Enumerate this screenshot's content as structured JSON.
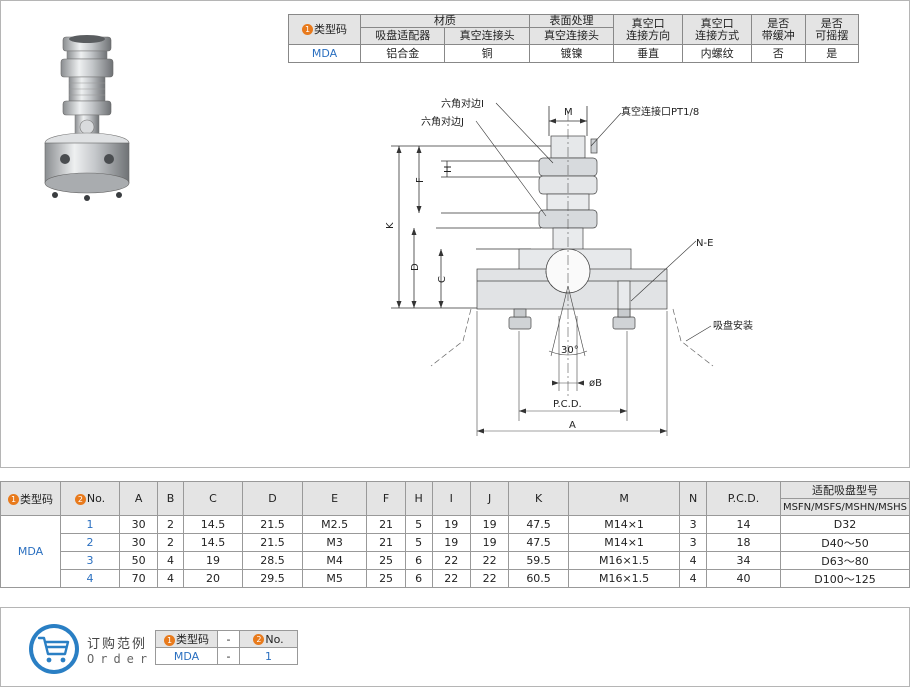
{
  "spec_table": {
    "type_header": "类型码",
    "material_group": "材质",
    "material_adapter": "吸盘适配器",
    "material_connector": "真空连接头",
    "surface_group": "表面处理",
    "surface_connector": "真空连接头",
    "vac_dir_line1": "真空口",
    "vac_dir_line2": "连接方向",
    "vac_method_line1": "真空口",
    "vac_method_line2": "连接方式",
    "buffer_line1": "是否",
    "buffer_line2": "带缓冲",
    "swing_line1": "是否",
    "swing_line2": "可摇摆",
    "values": [
      "MDA",
      "铝合金",
      "铜",
      "镀镍",
      "垂直",
      "内螺纹",
      "否",
      "是"
    ]
  },
  "drawing": {
    "hex_i": "六角对边I",
    "hex_j": "六角对边J",
    "m": "M",
    "vac_port": "真空连接口PT1/8",
    "f": "F",
    "h": "H",
    "k": "K",
    "d": "D",
    "c": "C",
    "ne": "N-E",
    "suction_mount": "吸盘安装",
    "angle": "30°",
    "phi_b": "øB",
    "pcd": "P.C.D.",
    "a": "A"
  },
  "dim_table": {
    "type_header": "类型码",
    "no_header": "No.",
    "columns": [
      "A",
      "B",
      "C",
      "D",
      "E",
      "F",
      "H",
      "I",
      "J",
      "K",
      "M",
      "N",
      "P.C.D."
    ],
    "suction_header": "适配吸盘型号",
    "suction_sub": "MSFN/MSFS/MSHN/MSHS",
    "model": "MDA",
    "rows": [
      {
        "no": "1",
        "vals": [
          "30",
          "2",
          "14.5",
          "21.5",
          "M2.5",
          "21",
          "5",
          "19",
          "19",
          "47.5",
          "M14×1",
          "3",
          "14"
        ],
        "suction": "D32"
      },
      {
        "no": "2",
        "vals": [
          "30",
          "2",
          "14.5",
          "21.5",
          "M3",
          "21",
          "5",
          "19",
          "19",
          "47.5",
          "M14×1",
          "3",
          "18"
        ],
        "suction": "D40～50"
      },
      {
        "no": "3",
        "vals": [
          "50",
          "4",
          "19",
          "28.5",
          "M4",
          "25",
          "6",
          "22",
          "22",
          "59.5",
          "M16×1.5",
          "4",
          "34"
        ],
        "suction": "D63～80"
      },
      {
        "no": "4",
        "vals": [
          "70",
          "4",
          "20",
          "29.5",
          "M5",
          "25",
          "6",
          "22",
          "22",
          "60.5",
          "M16×1.5",
          "4",
          "40"
        ],
        "suction": "D100～125"
      }
    ]
  },
  "order": {
    "title_cn": "订购范例",
    "title_en": "Order",
    "type_header": "类型码",
    "dash": "-",
    "no_header": "No.",
    "type_value": "MDA",
    "no_value": "1"
  },
  "colors": {
    "accent_blue": "#2a6fc0",
    "badge_orange": "#e87a1c",
    "header_gray": "#e4e4e4"
  }
}
